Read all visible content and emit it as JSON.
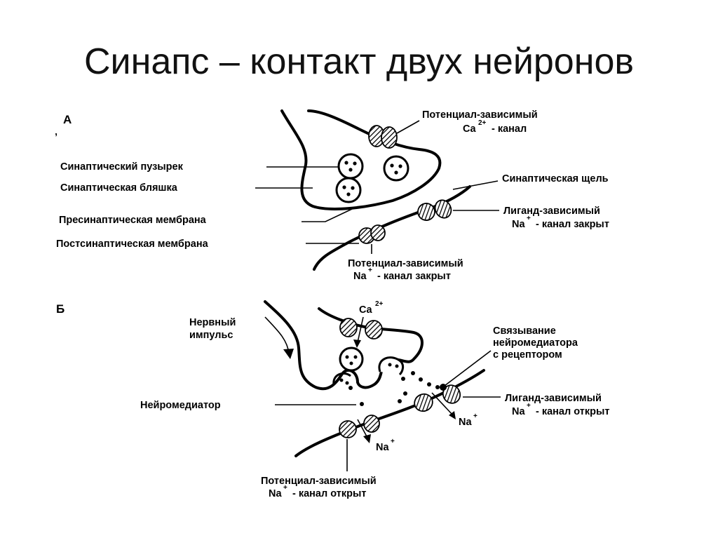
{
  "title": "Синапс – контакт двух нейронов",
  "panel_a": {
    "letter": "А",
    "ca_channel_line1": "Потенциал-зависимый",
    "ca_channel_ion": "Ca",
    "ca_channel_sup": "2+",
    "ca_channel_suffix": "- канал",
    "vesicle": "Синаптический пузырек",
    "plaque": "Синаптическая бляшка",
    "presynaptic": "Пресинаптическая мембрана",
    "postsynaptic": "Постсинаптическая мембрана",
    "cleft": "Синаптическая щель",
    "ligand_line1": "Лиганд-зависимый",
    "ligand_ion": "Na",
    "ligand_sup": "+",
    "ligand_suffix": "- канал закрыт",
    "na_pot_line1": "Потенциал-зависимый",
    "na_pot_ion": "Na",
    "na_pot_sup": "+",
    "na_pot_suffix": "- канал закрыт"
  },
  "panel_b": {
    "letter": "Б",
    "impulse_line1": "Нервный",
    "impulse_line2": "импульс",
    "ca_ion": "Ca",
    "ca_sup": "2+",
    "binding_line1": "Связывание",
    "binding_line2": "нейромедиатора",
    "binding_line3": "с рецептором",
    "mediator": "Нейромедиатор",
    "ligand_line1": "Лиганд-зависимый",
    "ligand_ion": "Na",
    "ligand_sup": "+",
    "ligand_suffix": "- канал  открыт",
    "na_right_ion": "Na",
    "na_right_sup": "+",
    "na_left_ion": "Na",
    "na_left_sup": "+",
    "na_pot_line1": "Потенциал-зависимый",
    "na_pot_ion": "Na",
    "na_pot_sup": "+",
    "na_pot_suffix": "- канал  открыт"
  }
}
